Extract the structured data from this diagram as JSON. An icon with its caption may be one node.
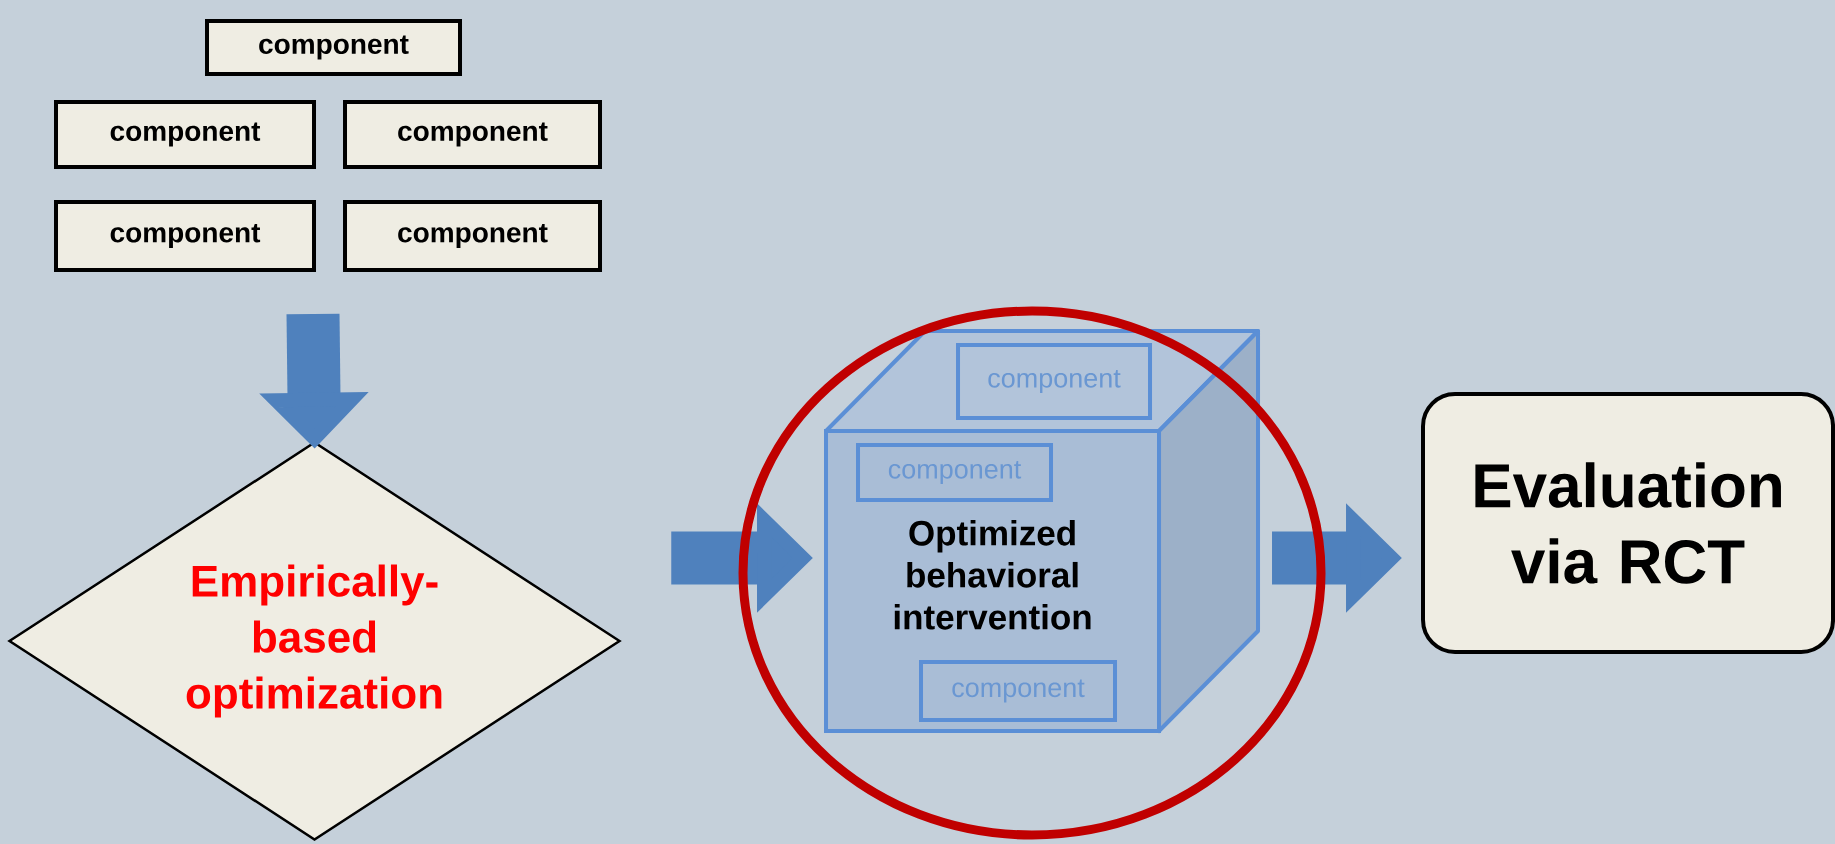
{
  "diagram": {
    "nodes": [
      {
        "text": [
          "component"
        ]
      },
      {
        "text": [
          "component"
        ]
      },
      {
        "text": [
          "component"
        ]
      },
      {
        "text": [
          "component"
        ]
      },
      {
        "text": [
          "component"
        ]
      },
      {
        "text": [
          "Empirically-based optimization"
        ]
      },
      {
        "text": [
          "Optimized behavioral intervention"
        ]
      },
      {
        "text": [
          "component"
        ]
      },
      {
        "text": [
          "component"
        ],
        "in": 6
      },
      {
        "text": [
          "component"
        ],
        "in": 6
      },
      {
        "text": [
          "Evaluation via RCT"
        ]
      }
    ],
    "edges": [
      {
        "from": null,
        "to": 5,
        "arrow": "to"
      },
      {
        "from": 5,
        "to": 6,
        "arrow": "to"
      },
      {
        "from": 6,
        "to": 10,
        "arrow": "to"
      }
    ]
  }
}
